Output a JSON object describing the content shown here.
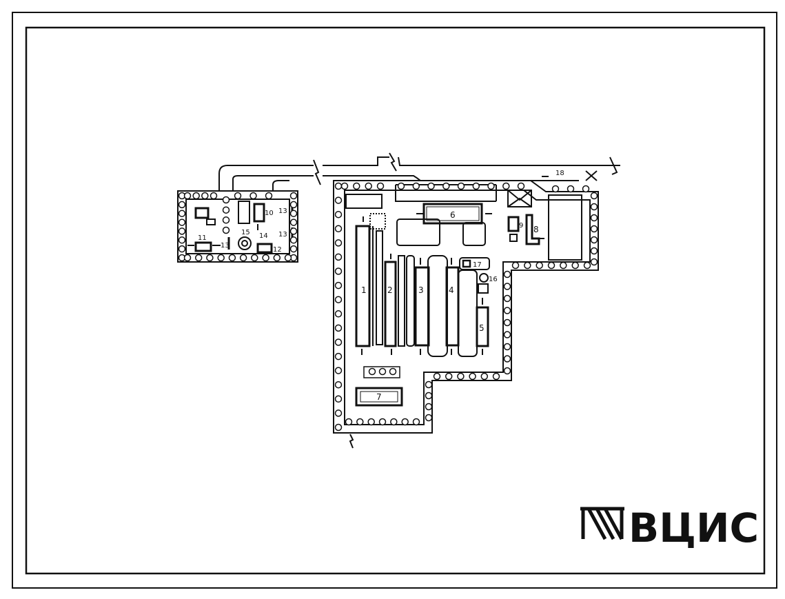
{
  "labels": {
    "b1": "1",
    "b2": "2",
    "b3": "3",
    "b4": "4",
    "b5": "5",
    "b6": "6",
    "b7": "7",
    "b8": "8",
    "b9": "9",
    "b10": "10",
    "b11": "11",
    "b12": "12",
    "b13a": "13",
    "b13b": "13",
    "b13c": "13",
    "b14": "14",
    "b15": "15",
    "b16": "16",
    "b17": "17",
    "b18": "18"
  },
  "logo": {
    "text": "ВЦИС"
  },
  "colors": {
    "ink": "#111111",
    "paper": "#ffffff"
  }
}
